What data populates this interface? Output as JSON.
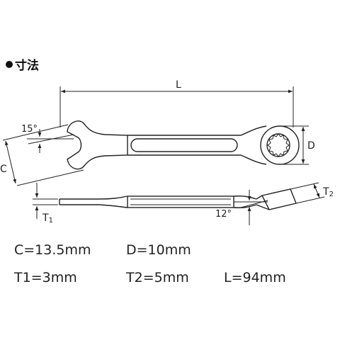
{
  "heading": "寸法",
  "labels": {
    "L": "L",
    "D": "D",
    "C": "C",
    "T1_main": "T",
    "T1_sub": "1",
    "T2_main": "T",
    "T2_sub": "2",
    "angle_15": "15°",
    "angle_12": "12°"
  },
  "specs": {
    "C": "C=13.5mm",
    "D": "D=10mm",
    "T1": "T1=3mm",
    "T2": "T2=5mm",
    "L": "L=94mm"
  }
}
